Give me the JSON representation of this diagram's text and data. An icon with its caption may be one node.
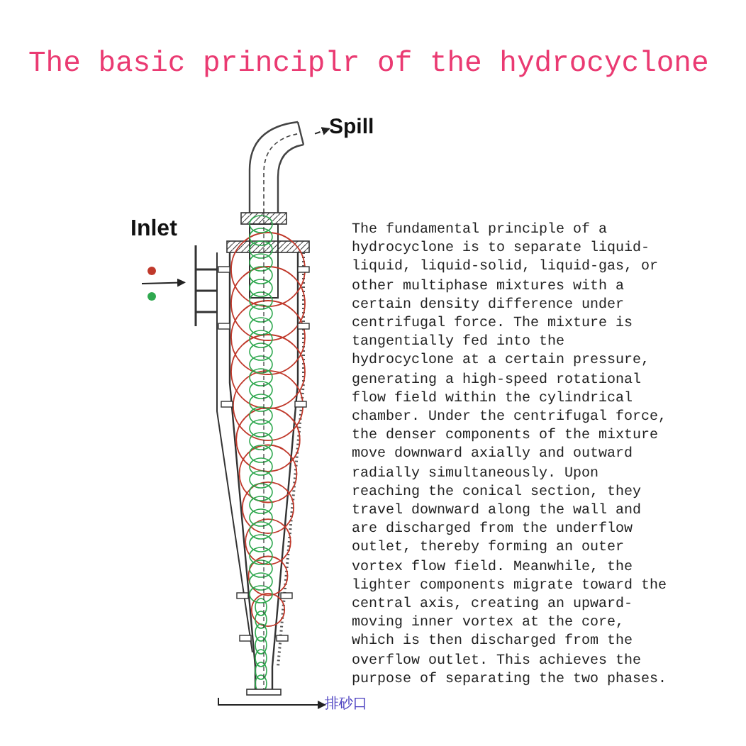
{
  "diagram": {
    "title": "The basic principlr of the hydrocyclone",
    "nodes": [
      {
        "text": [],
        "shape": "picture"
      },
      {
        "text": [
          "Spill"
        ]
      },
      {
        "text": [
          "排砂口"
        ]
      }
    ],
    "edges": [
      {
        "from": 0,
        "to": 1,
        "arrow": "to",
        "style": "dashed"
      },
      {
        "from": null,
        "to": 0,
        "arrow": "to"
      },
      {
        "from": 0,
        "to": 2,
        "arrow": "to"
      }
    ],
    "labels": [
      "Inlet",
      "The fundamental principle of a hydrocyclone is to separate liquid-liquid, liquid-solid, liquid-gas, or other multiphase mixtures with a certain density difference under centrifugal force. The mixture is tangentially fed into the hydrocyclone at a certain pressure, generating a high-speed rotational flow field within the cylindrical chamber. Under the centrifugal force, the denser components of the mixture move downward axially and outward radially simultaneously. Upon reaching the conical section, they travel downward along the wall and are discharged from the underflow outlet, thereby forming an outer vortex flow field. Meanwhile, the lighter components migrate toward the central axis, creating an upward-moving inner vortex at the core, which is then discharged from the overflow outlet. This achieves the purpose of separating the two phases."
    ]
  }
}
